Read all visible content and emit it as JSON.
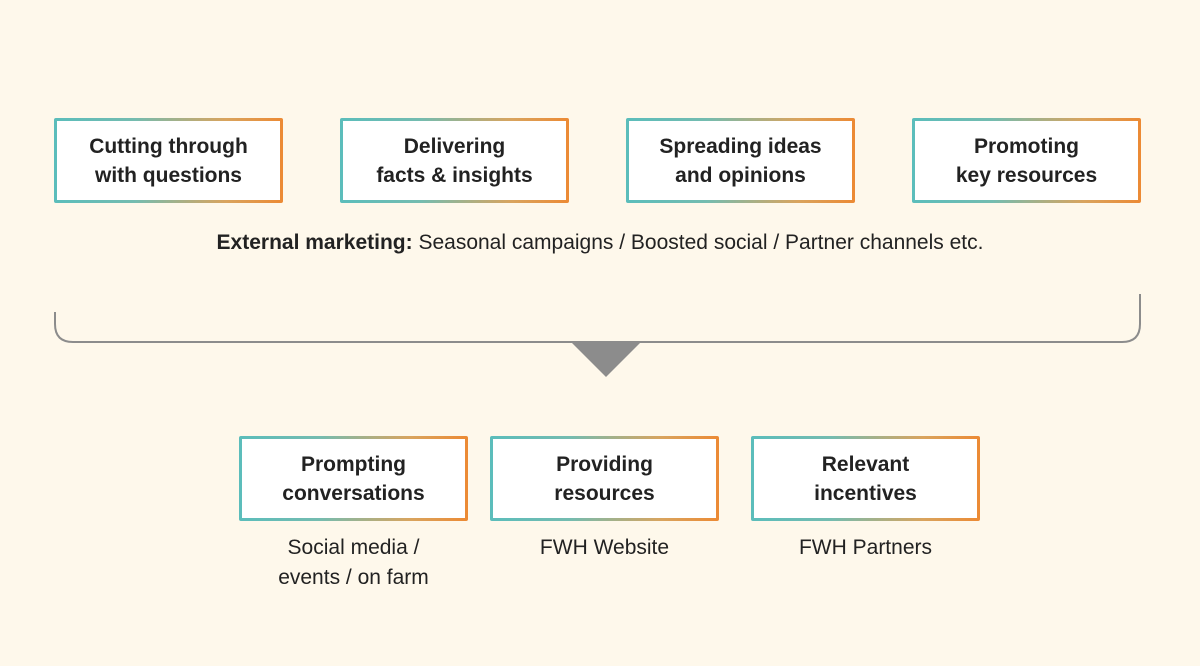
{
  "top_boxes": [
    {
      "line1": "Cutting through",
      "line2": "with questions"
    },
    {
      "line1": "Delivering",
      "line2": "facts & insights"
    },
    {
      "line1": "Spreading ideas",
      "line2": "and opinions"
    },
    {
      "line1": "Promoting",
      "line2": "key resources"
    }
  ],
  "external": {
    "label": "External marketing:",
    "text": " Seasonal campaigns / Boosted social / Partner channels  etc."
  },
  "bottom_boxes": [
    {
      "line1": "Prompting",
      "line2": "conversations",
      "caption1": "Social media /",
      "caption2": "events / on farm"
    },
    {
      "line1": "Providing",
      "line2": "resources",
      "caption1": "FWH Website",
      "caption2": ""
    },
    {
      "line1": "Relevant",
      "line2": "incentives",
      "caption1": "FWH Partners",
      "caption2": ""
    }
  ],
  "colors": {
    "background": "#fef8eb",
    "box_border_start": "#5bbdbb",
    "box_border_end": "#ec8a34",
    "bracket": "#8c8c8c",
    "arrow": "#8c8c8c"
  }
}
